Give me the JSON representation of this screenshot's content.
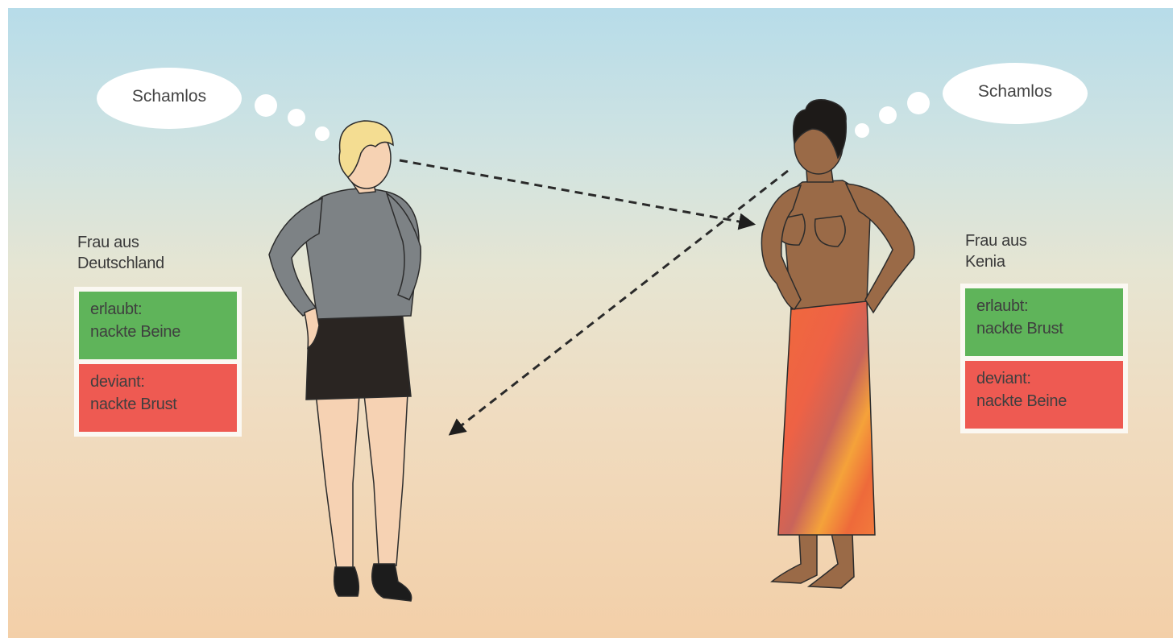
{
  "thought_left": "Schamlos",
  "thought_right": "Schamlos",
  "left_person": {
    "origin_line1": "Frau aus",
    "origin_line2": "Deutschland",
    "allowed_line1": "erlaubt:",
    "allowed_line2": "nackte Beine",
    "deviant_line1": "deviant:",
    "deviant_line2": "nackte Brust"
  },
  "right_person": {
    "origin_line1": "Frau aus",
    "origin_line2": "Kenia",
    "allowed_line1": "erlaubt:",
    "allowed_line2": "nackte Brust",
    "deviant_line1": "deviant:",
    "deviant_line2": "nackte Beine"
  },
  "colors": {
    "allowed": "#5fb45a",
    "deviant": "#ee5a52",
    "sweater": "#7d8285",
    "skirt": "#2a2522",
    "wrap": "#f0703c"
  }
}
